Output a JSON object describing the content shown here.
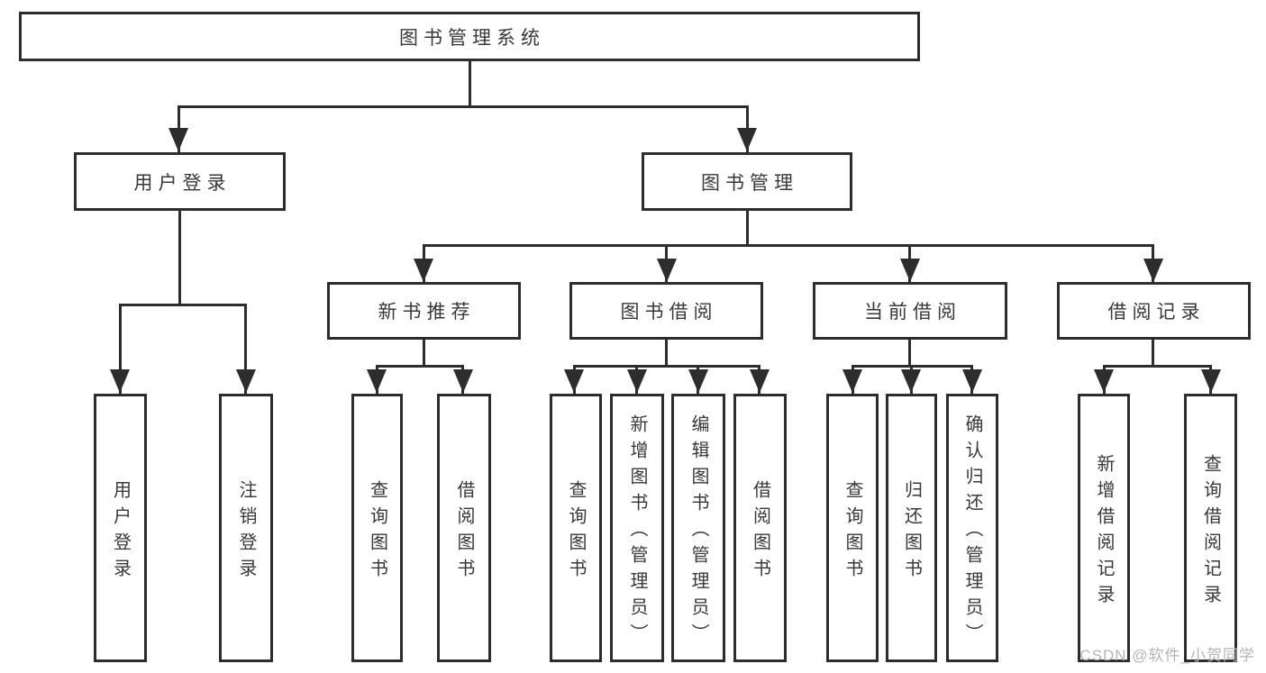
{
  "watermark": "CSDN @软件_小贺同学",
  "colors": {
    "background": "#ffffff",
    "line": "#2d2d2d",
    "text": "#383838",
    "watermark_text": "#b5b5b5"
  },
  "tree": {
    "label": "图书管理系统",
    "children": [
      {
        "label": "用户登录",
        "children": [
          {
            "label": "用户登录"
          },
          {
            "label": "注销登录"
          }
        ]
      },
      {
        "label": "图书管理",
        "children": [
          {
            "label": "新书推荐",
            "children": [
              {
                "label": "查询图书"
              },
              {
                "label": "借阅图书"
              }
            ]
          },
          {
            "label": "图书借阅",
            "children": [
              {
                "label": "查询图书"
              },
              {
                "label": "新增图书（管理员）"
              },
              {
                "label": "编辑图书（管理员）"
              },
              {
                "label": "借阅图书"
              }
            ]
          },
          {
            "label": "当前借阅",
            "children": [
              {
                "label": "查询图书"
              },
              {
                "label": "归还图书"
              },
              {
                "label": "确认归还（管理员）"
              }
            ]
          },
          {
            "label": "借阅记录",
            "children": [
              {
                "label": "新增借阅记录"
              },
              {
                "label": "查询借阅记录"
              }
            ]
          }
        ]
      }
    ]
  }
}
